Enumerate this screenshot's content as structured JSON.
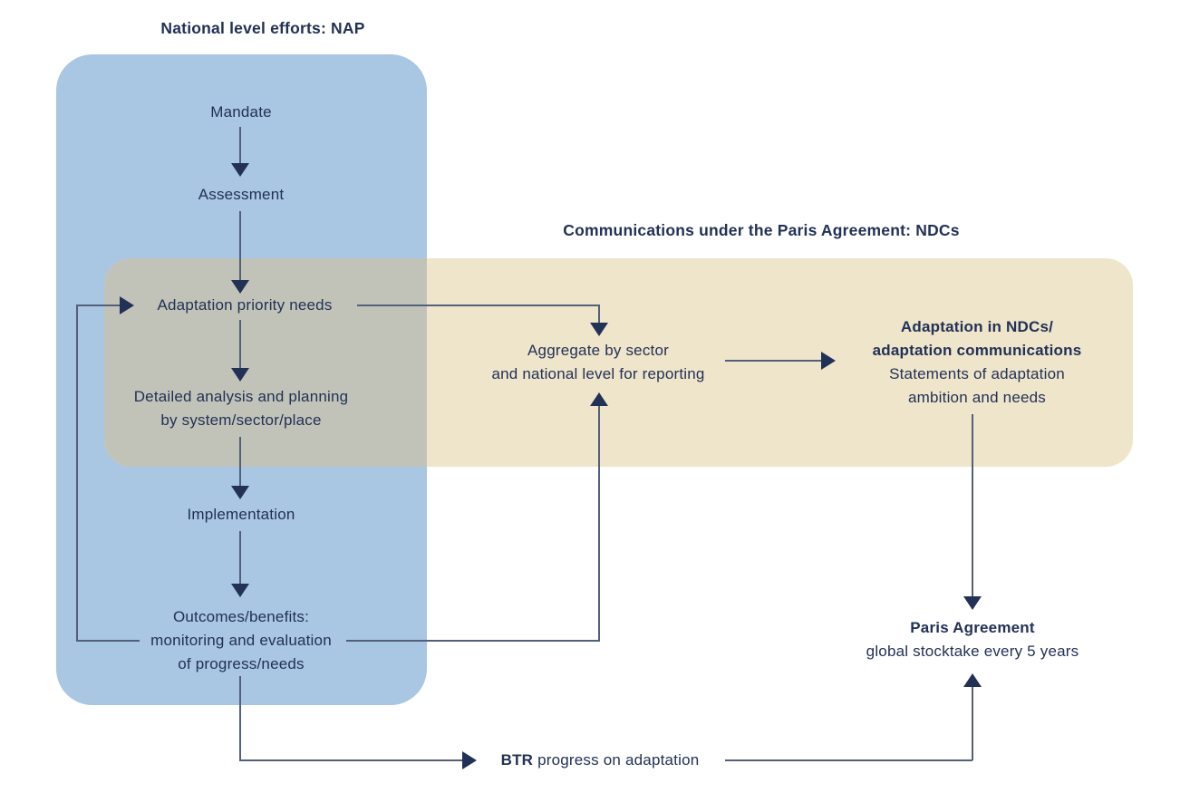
{
  "palette": {
    "nap_region_fill": "#a9c6e2",
    "ndc_region_fill": "#efe5cb",
    "overlap_fill": "#c2c3b8",
    "text_navy": "#223156",
    "connector_line": "#53607b"
  },
  "nap": {
    "title": "National level efforts: NAP",
    "steps": {
      "mandate": "Mandate",
      "assessment": "Assessment",
      "priority": "Adaptation priority needs",
      "detailed": "Detailed analysis and planning\nby system/sector/place",
      "implementation": "Implementation",
      "outcomes": "Outcomes/benefits:\nmonitoring and evaluation\nof progress/needs"
    }
  },
  "ndc": {
    "title": "Communications under the Paris Agreement: NDCs",
    "aggregate": "Aggregate by sector\nand national level for reporting",
    "ndcs_bold": "Adaptation in NDCs/\nadaptation communications",
    "ndcs_sub": "Statements of adaptation\nambition and needs"
  },
  "paris": {
    "title": "Paris Agreement",
    "subtitle": "global stocktake every 5 years"
  },
  "btr": {
    "bold": "BTR",
    "rest": " progress on adaptation"
  }
}
